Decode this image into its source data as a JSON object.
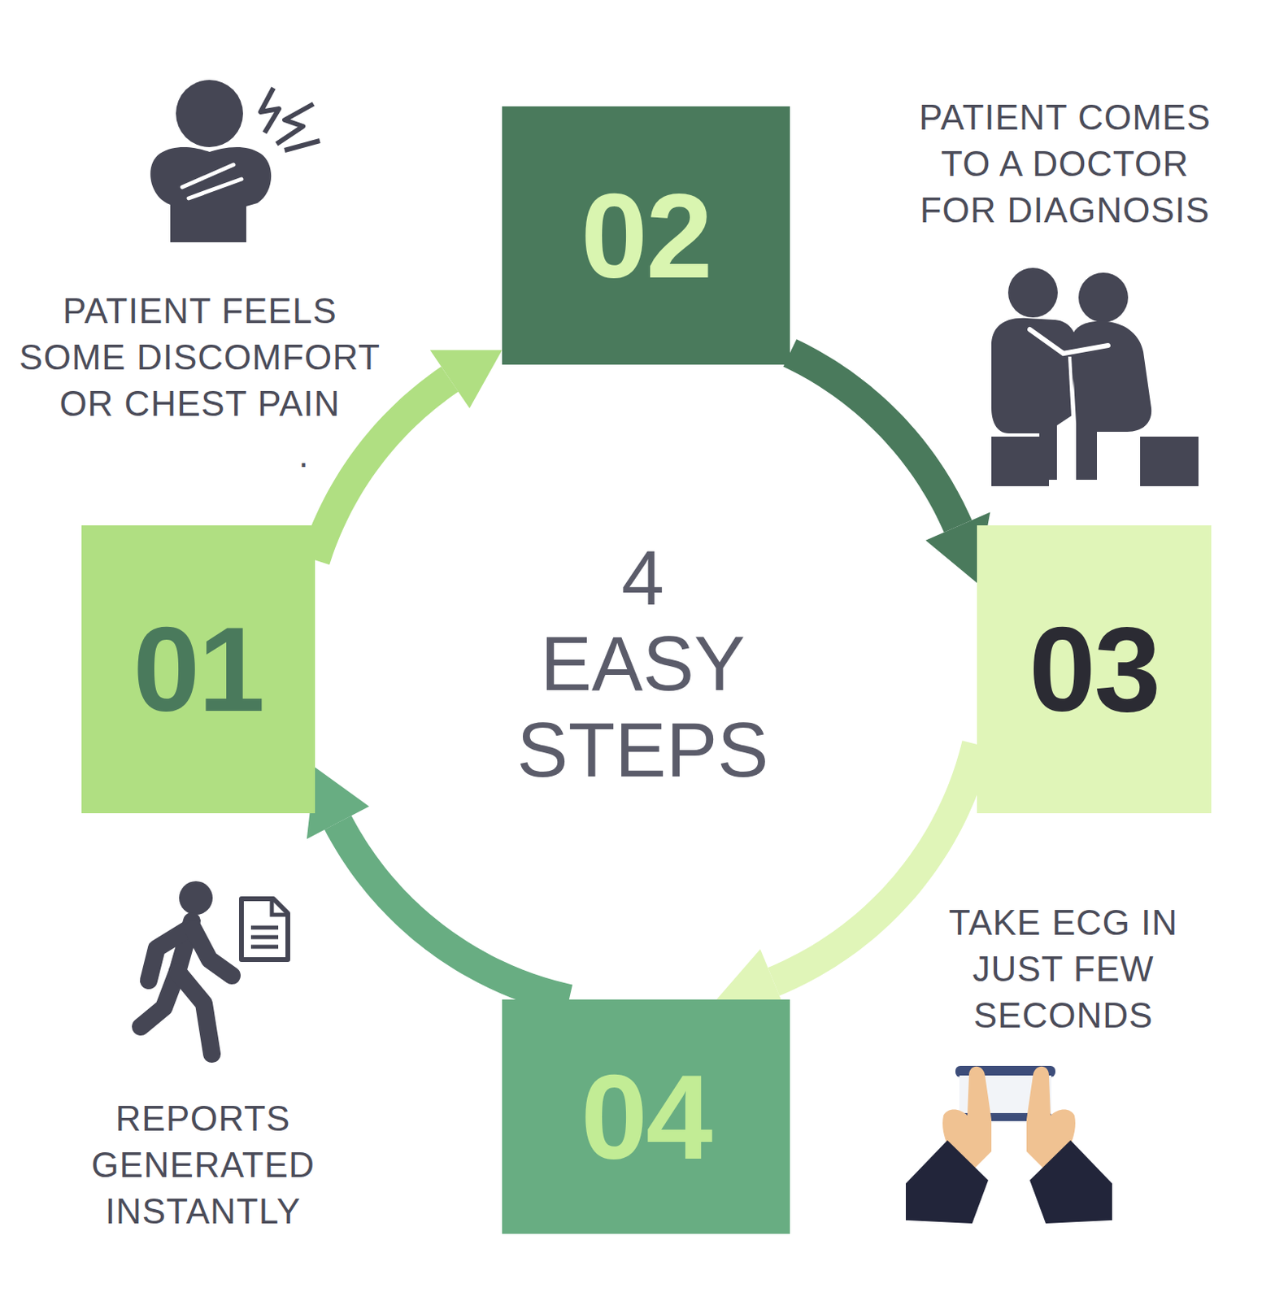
{
  "diagram": {
    "title": "4 EASY STEPS",
    "nodes": [
      {
        "text": [
          "01"
        ]
      },
      {
        "text": [
          "02"
        ]
      },
      {
        "text": [
          "03"
        ]
      },
      {
        "text": [
          "04"
        ]
      }
    ],
    "edges": [
      {
        "from": 0,
        "to": 1,
        "arrow": "to"
      },
      {
        "from": 1,
        "to": 2,
        "arrow": "to"
      },
      {
        "from": 2,
        "to": 3,
        "arrow": "to"
      },
      {
        "from": 3,
        "to": 0,
        "arrow": "to"
      }
    ],
    "labels": [
      "PATIENT COMES TO A DOCTOR FOR DIAGNOSIS",
      "PATIENT FEELS SOME DISCOMFORT OR CHEST PAIN",
      ".",
      "TAKE ECG IN JUST FEW SECONDS",
      "REPORTS GENERATED INSTANTLY"
    ]
  }
}
